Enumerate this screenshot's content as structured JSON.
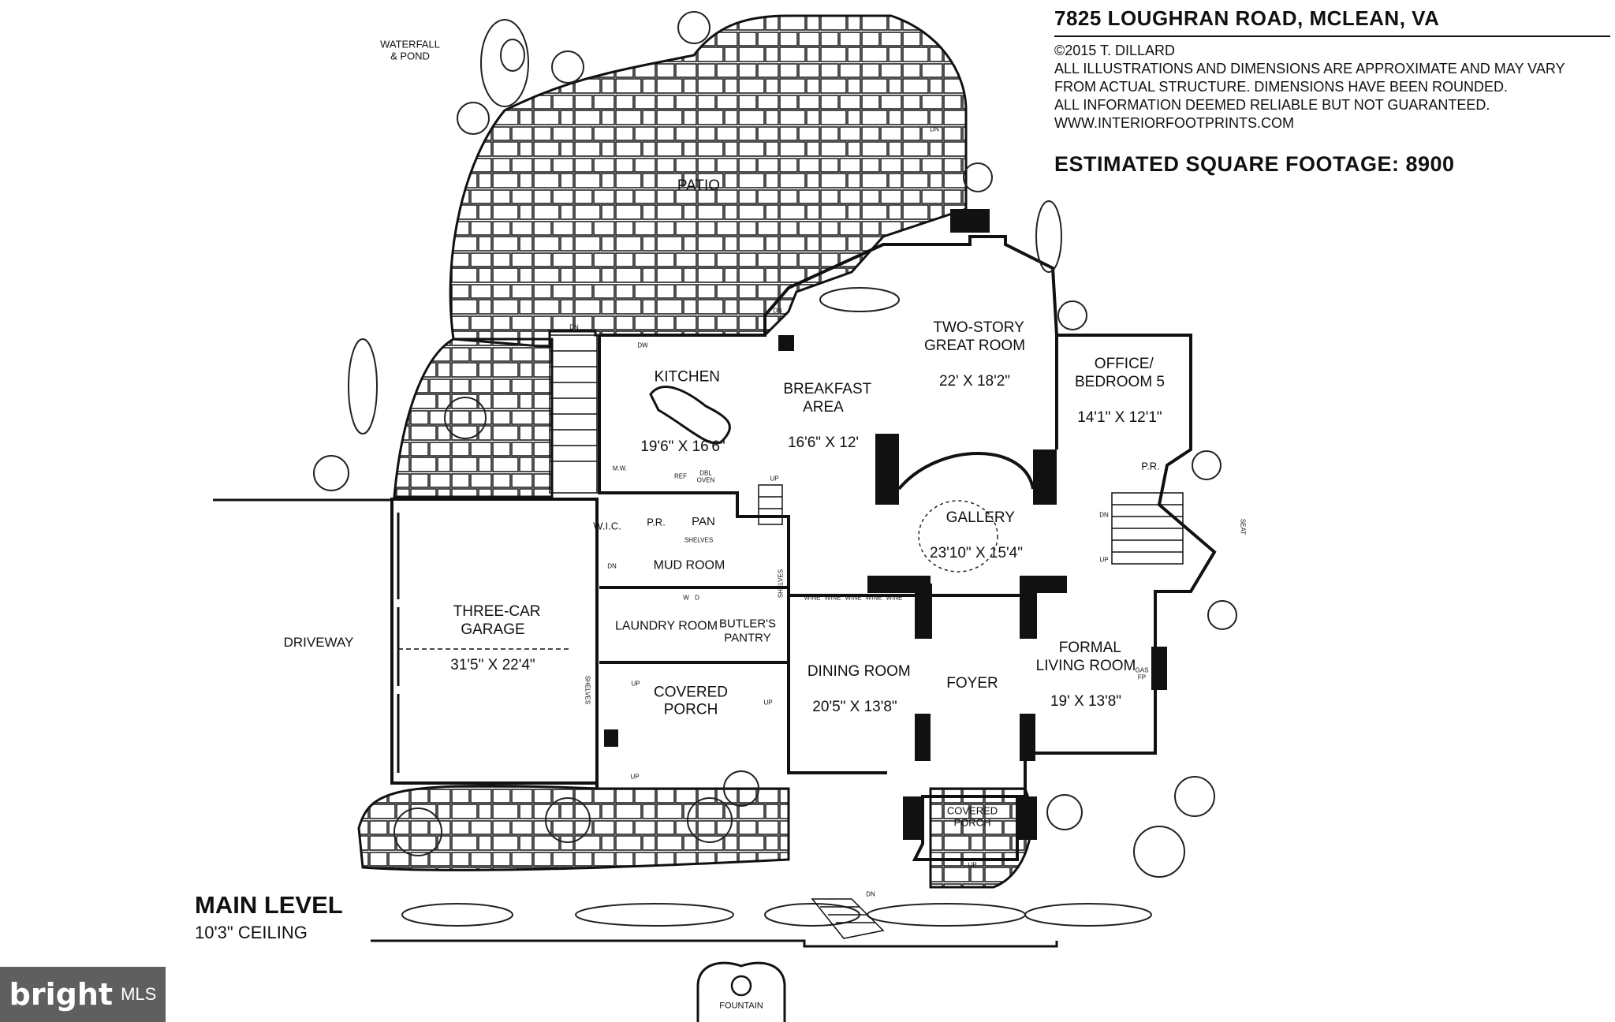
{
  "header": {
    "address": "7825 LOUGHRAN ROAD, MCLEAN, VA",
    "copyright": "©2015 T. DILLARD",
    "disclaimer": [
      "ALL ILLUSTRATIONS AND DIMENSIONS ARE APPROXIMATE AND MAY VARY",
      "FROM ACTUAL STRUCTURE. DIMENSIONS HAVE BEEN ROUNDED.",
      "ALL INFORMATION DEEMED RELIABLE BUT NOT GUARANTEED.",
      "WWW.INTERIORFOOTPRINTS.COM"
    ],
    "square_footage": "ESTIMATED SQUARE FOOTAGE: 8900"
  },
  "level": {
    "title": "MAIN LEVEL",
    "ceiling": "10'3\" CEILING"
  },
  "rooms": {
    "patio": "PATIO",
    "kitchen": {
      "name": "KITCHEN",
      "dims": "19'6\" X 16'6\""
    },
    "breakfast": {
      "name": "BREAKFAST\nAREA",
      "dims": "16'6\" X 12'"
    },
    "great_room": {
      "name": "TWO-STORY\nGREAT ROOM",
      "dims": "22' X 18'2\""
    },
    "office": {
      "name": "OFFICE/\nBEDROOM 5",
      "dims": "14'1\" X 12'1\""
    },
    "gallery": {
      "name": "GALLERY",
      "dims": "23'10\" X 15'4\""
    },
    "garage": {
      "name": "THREE-CAR\nGARAGE",
      "dims": "31'5\" X 22'4\""
    },
    "mud_room": "MUD ROOM",
    "laundry": "LAUNDRY ROOM",
    "butlers_pantry": "BUTLER'S\nPANTRY",
    "dining": {
      "name": "DINING ROOM",
      "dims": "20'5\" X 13'8\""
    },
    "foyer": "FOYER",
    "living": {
      "name": "FORMAL\nLIVING ROOM",
      "dims": "19' X 13'8\""
    },
    "covered_porch_side": "COVERED\nPORCH",
    "covered_porch_front": "COVERED\nPORCH",
    "wic": "W.I.C.",
    "pr_left": "P.R.",
    "pr_right": "P.R.",
    "pan": "PAN"
  },
  "exterior": {
    "waterfall": "WATERFALL\n& POND",
    "driveway": "DRIVEWAY",
    "fountain": "FOUNTAIN"
  },
  "fixtures": {
    "gas_fp": "GAS\nFP",
    "dw": "DW",
    "ref": "REF",
    "dbl_oven": "DBL\nOVEN",
    "mw": "M.W.",
    "shelves": "SHELVES",
    "wine": "WINE",
    "seat": "SEAT",
    "w": "W",
    "d": "D"
  },
  "stairs": {
    "dn": "DN",
    "up": "UP"
  },
  "watermark": {
    "brand": "bright",
    "suffix": "MLS"
  }
}
